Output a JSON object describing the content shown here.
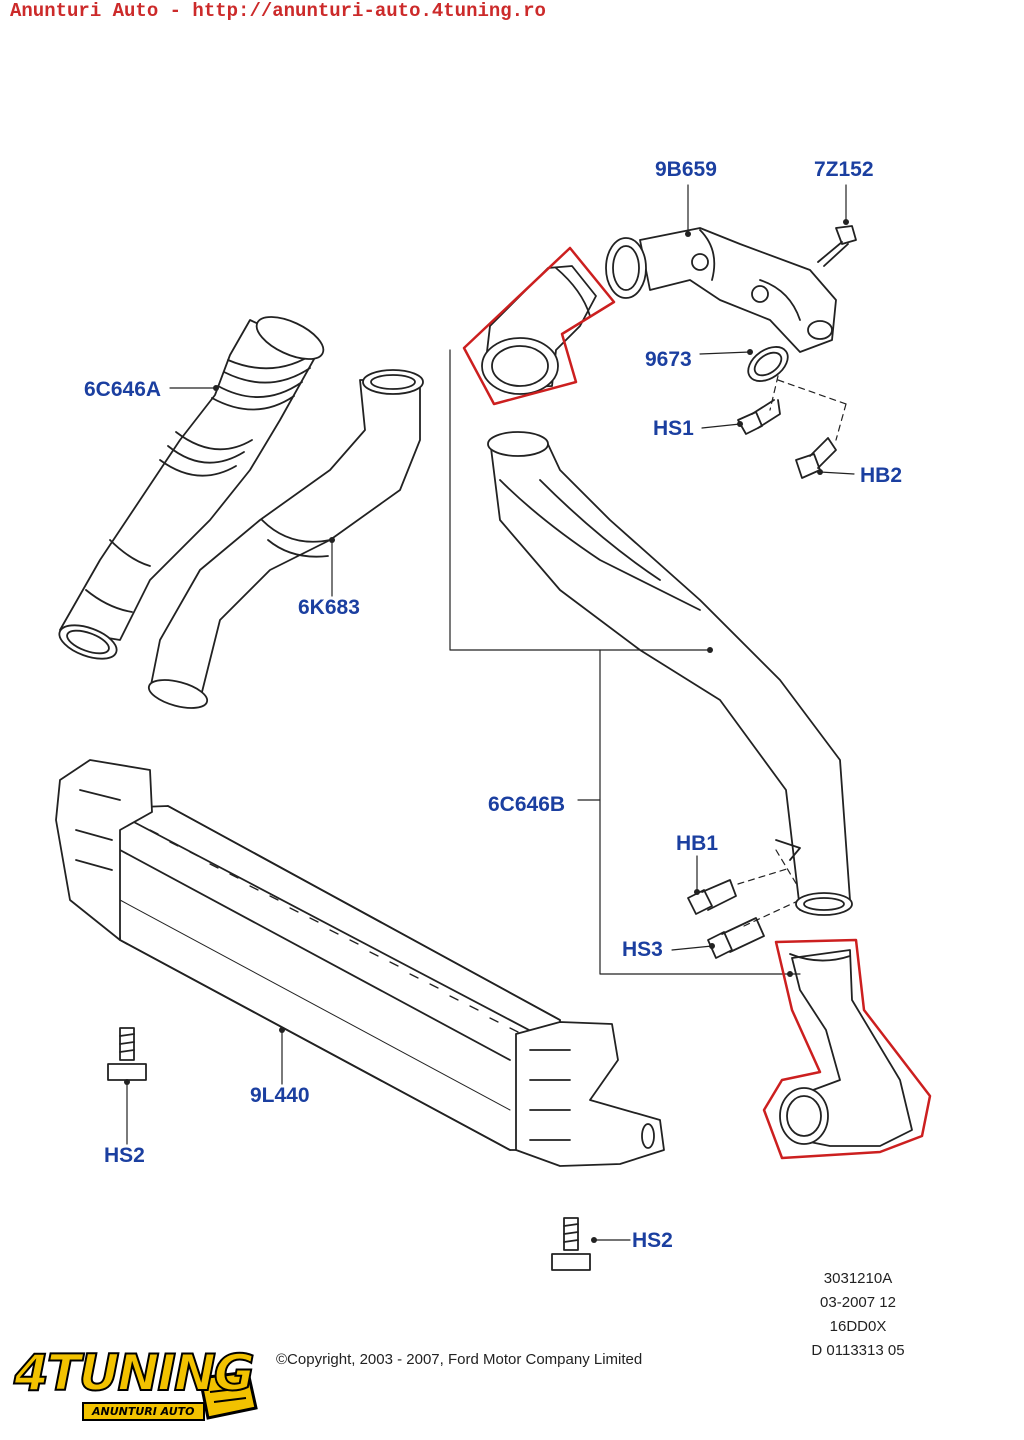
{
  "header": {
    "text": "Anunturi Auto - http://anunturi-auto.4tuning.ro"
  },
  "callouts": {
    "p9B659": "9B659",
    "p7Z152": "7Z152",
    "p6C646A": "6C646A",
    "p9673": "9673",
    "pHS1": "HS1",
    "pHB2": "HB2",
    "p6K683": "6K683",
    "p6C646B": "6C646B",
    "pHB1": "HB1",
    "pHS3": "HS3",
    "p9L440": "9L440",
    "pHS2_left": "HS2",
    "pHS2_bottom": "HS2"
  },
  "reference": {
    "line1": "3031210A",
    "line2": "03-2007 12",
    "line3": "16DD0X",
    "line4": "D 0113313 05"
  },
  "copyright": "©Copyright, 2003 - 2007, Ford Motor Company Limited",
  "logo": {
    "main": "4TUNING",
    "sub": "ANUNTURI AUTO"
  },
  "colors": {
    "header": "#cc2a2a",
    "callout": "#1b3fa0",
    "highlight": "#cc1f1f",
    "logo": "#f2c200"
  }
}
